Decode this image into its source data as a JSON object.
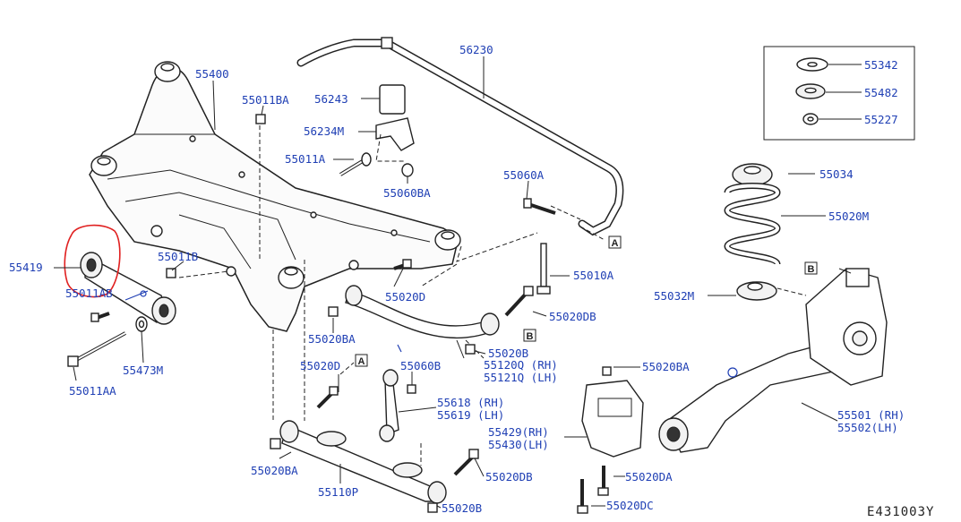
{
  "labels": {
    "l55400": "55400",
    "l56230": "56230",
    "l55011BA": "55011BA",
    "l56243": "56243",
    "l56234M": "56234M",
    "l55011A": "55011A",
    "l55060BA": "55060BA",
    "l55060A": "55060A",
    "l55342": "55342",
    "l55482": "55482",
    "l55227": "55227",
    "l55034": "55034",
    "l55020M": "55020M",
    "l55419": "55419",
    "l55011B": "55011B",
    "l55011AB": "55011AB",
    "l55010A": "55010A",
    "l55020D_a": "55020D",
    "l55020DB_a": "55020DB",
    "l55032M": "55032M",
    "l55020BA_a": "55020BA",
    "l55020B_a": "55020B",
    "l55120Q": "55120Q (RH)",
    "l55121Q": "55121Q (LH)",
    "l55473M": "55473M",
    "l55011AA": "55011AA",
    "l55020D_b": "55020D",
    "l55060B": "55060B",
    "l55020BA_b": "55020BA",
    "l55618": "55618 (RH)",
    "l55619": "55619 (LH)",
    "l55429": "55429(RH)",
    "l55430": "55430(LH)",
    "l55501": "55501 (RH)",
    "l55502": "55502(LH)",
    "l55020BA_c": "55020BA",
    "l55020DB_b": "55020DB",
    "l55020DA": "55020DA",
    "l55110P": "55110P",
    "l55020B_b": "55020B",
    "l55020DC": "55020DC"
  },
  "refs": {
    "A1": "A",
    "A2": "A",
    "B1": "B",
    "B2": "B"
  },
  "diagram_code": "E431003Y",
  "colors": {
    "label_blue": "#1f3fb4",
    "line_black": "#222222",
    "highlight_red": "#e02020"
  }
}
